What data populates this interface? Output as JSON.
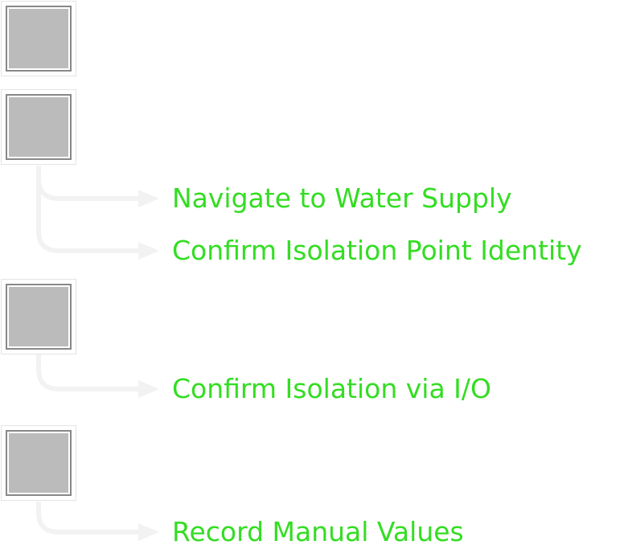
{
  "colors": {
    "label": "#33dd22",
    "connector": "#f2f2f2",
    "placeholder": "#bbbbbb"
  },
  "steps": [
    {
      "label": "Navigate to Water Supply"
    },
    {
      "label": "Confirm Isolation Point Identity"
    },
    {
      "label": "Confirm Isolation via I/O"
    },
    {
      "label": "Record Manual Values"
    }
  ]
}
